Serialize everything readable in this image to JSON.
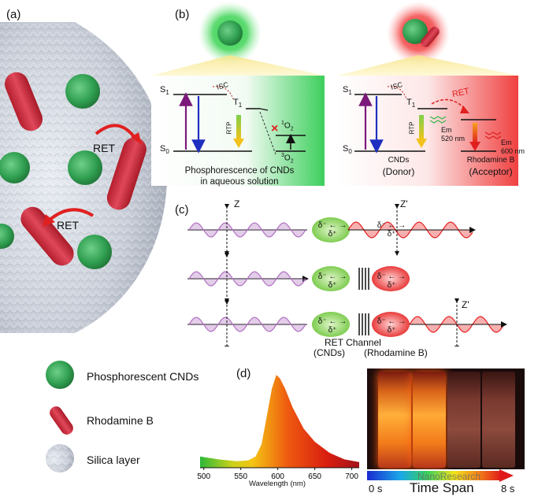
{
  "panels": {
    "a": "(a)",
    "b": "(b)",
    "c": "(c)",
    "d": "(d)"
  },
  "panel_a": {
    "ret_label_1": "RET",
    "ret_label_2": "RET"
  },
  "legend": {
    "cnd": "Phosphorescent CNDs",
    "rhodamine": "Rhodamine B",
    "silica": "Silica layer"
  },
  "panel_b": {
    "left": {
      "s1": "S",
      "s1_sub": "1",
      "s0": "S",
      "s0_sub": "0",
      "t1": "T",
      "t1_sub": "1",
      "isc": "ISC",
      "rtp": "RTP",
      "o2_singlet": "1",
      "o2_singlet_b": "O",
      "o2_singlet_sub": "2",
      "o2_triplet": "3",
      "o2_triplet_b": "O",
      "o2_triplet_sub": "2",
      "caption_1": "Phosphorescence of CNDs",
      "caption_2": "in aqueous solution"
    },
    "right": {
      "s1": "S",
      "s1_sub": "1",
      "s0": "S",
      "s0_sub": "0",
      "t1": "T",
      "t1_sub": "1",
      "isc": "ISC",
      "rtp": "RTP",
      "ret": "RET",
      "em1": "Em",
      "em1_val": "520 nm",
      "em2": "Em",
      "em2_val": "600 nm",
      "cnds": "CNDs",
      "donor": "(Donor)",
      "rhodamine": "Rhodamine B",
      "acceptor": "(Acceptor)"
    }
  },
  "panel_c": {
    "z": "Z",
    "z_prime": "Z'",
    "delta_pair": "δ⁻ ← → δ⁺",
    "ret_channel": "RET Channel",
    "cnds_label": "(CNDs)",
    "rhodamine_label": "(Rhodamine B)"
  },
  "panel_d": {
    "xlabel": "Wavelength (nm)",
    "ticks": [
      "500",
      "550",
      "600",
      "650",
      "700"
    ],
    "time_start": "0 s",
    "time_span": "Time Span",
    "time_end": "8 s",
    "watermark": "NanoResearch"
  },
  "chart_data": {
    "type": "area",
    "xlabel": "Wavelength (nm)",
    "ylabel": "",
    "xlim": [
      495,
      710
    ],
    "x": [
      495,
      520,
      545,
      560,
      570,
      578,
      585,
      592,
      598,
      603,
      610,
      620,
      635,
      650,
      670,
      690,
      710
    ],
    "y": [
      0.12,
      0.09,
      0.07,
      0.08,
      0.12,
      0.25,
      0.55,
      0.85,
      1.0,
      0.96,
      0.85,
      0.65,
      0.42,
      0.28,
      0.16,
      0.09,
      0.06
    ]
  }
}
